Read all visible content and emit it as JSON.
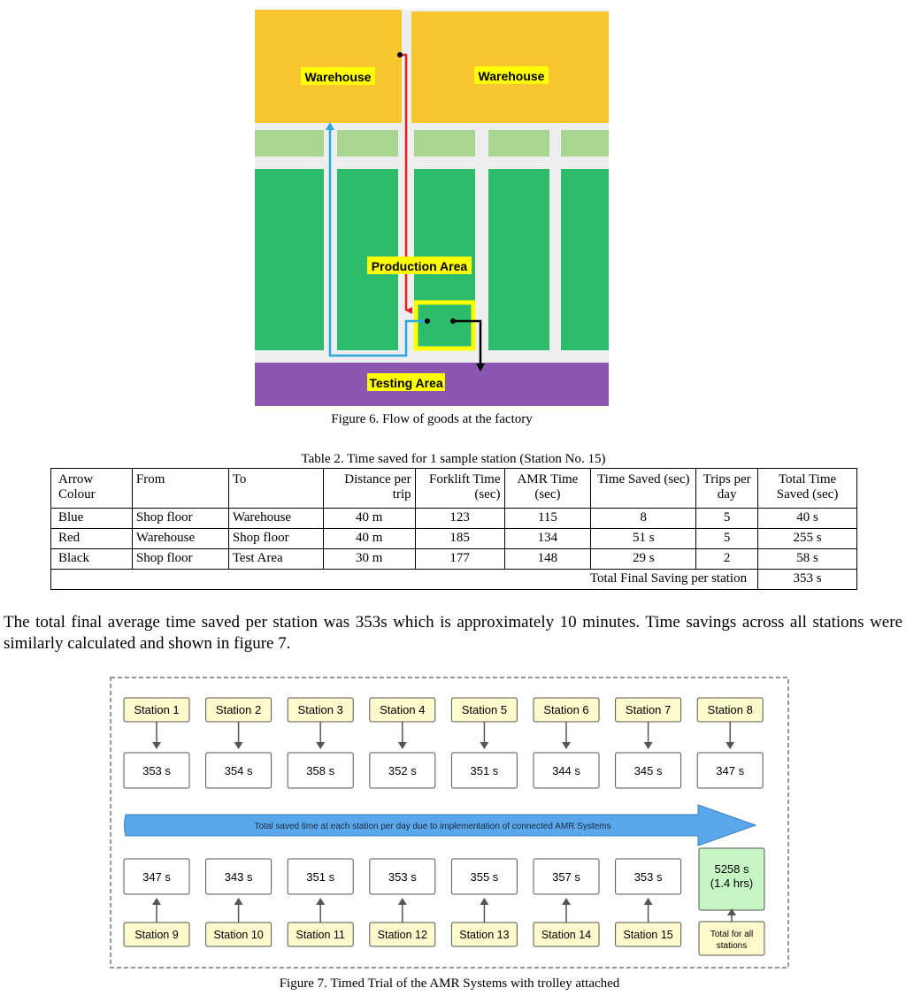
{
  "figure6": {
    "labels": {
      "warehouse_left": "Warehouse",
      "warehouse_right": "Warehouse",
      "production_area": "Production Area",
      "testing_area": "Testing Area"
    },
    "caption": "Figure 6. Flow of goods at the factory",
    "colors": {
      "warehouse": "#f9c52f",
      "buffer": "#a8d58f",
      "production": "#2dbc6c",
      "testing": "#8a56b0",
      "label_bg": "#ffff00",
      "blue_arrow": "#29a8e0",
      "red_arrow": "#e02020",
      "black_arrow": "#000000",
      "station_highlight": "#ffff00"
    }
  },
  "table2": {
    "title": "Table 2. Time saved for 1 sample station (Station No. 15)",
    "headers": {
      "arrow_colour": "Arrow Colour",
      "from": "From",
      "to": "To",
      "distance": "Distance per trip",
      "forklift": "Forklift Time (sec)",
      "amr": "AMR Time (sec)",
      "time_saved": "Time Saved (sec)",
      "trips": "Trips per day",
      "total": "Total Time Saved (sec)"
    },
    "rows": [
      {
        "colour": "Blue",
        "from": "Shop floor",
        "to": "Warehouse",
        "distance": "40 m",
        "forklift": "123",
        "amr": "115",
        "saved": "8",
        "trips": "5",
        "total": "40 s"
      },
      {
        "colour": "Red",
        "from": "Warehouse",
        "to": "Shop floor",
        "distance": "40 m",
        "forklift": "185",
        "amr": "134",
        "saved": "51 s",
        "trips": "5",
        "total": "255 s"
      },
      {
        "colour": "Black",
        "from": "Shop floor",
        "to": "Test Area",
        "distance": "30 m",
        "forklift": "177",
        "amr": "148",
        "saved": "29 s",
        "trips": "2",
        "total": "58 s"
      }
    ],
    "final_label": "Total Final Saving per station",
    "final_value": "353 s"
  },
  "paragraph": "The total final average time saved per station was 353s which is approximately 10 minutes. Time savings across all stations were similarly calculated and shown in figure 7.",
  "figure7": {
    "top_stations": [
      {
        "label": "Station 1",
        "value": "353 s"
      },
      {
        "label": "Station 2",
        "value": "354 s"
      },
      {
        "label": "Station 3",
        "value": "358 s"
      },
      {
        "label": "Station 4",
        "value": "352 s"
      },
      {
        "label": "Station 5",
        "value": "351 s"
      },
      {
        "label": "Station 6",
        "value": "344 s"
      },
      {
        "label": "Station 7",
        "value": "345 s"
      },
      {
        "label": "Station 8",
        "value": "347 s"
      }
    ],
    "bottom_stations": [
      {
        "label": "Station 9",
        "value": "347 s"
      },
      {
        "label": "Station 10",
        "value": "343 s"
      },
      {
        "label": "Station 11",
        "value": "351 s"
      },
      {
        "label": "Station 12",
        "value": "353 s"
      },
      {
        "label": "Station 13",
        "value": "355 s"
      },
      {
        "label": "Station 14",
        "value": "357 s"
      },
      {
        "label": "Station 15",
        "value": "353 s"
      }
    ],
    "total": {
      "value_line1": "5258 s",
      "value_line2": "(1.4 hrs)",
      "label_line1": "Total for all",
      "label_line2": "stations"
    },
    "arrow_text": "Total saved time at each station per day due to implementation of connected AMR Systems",
    "caption": "Figure 7. Timed Trial of the AMR Systems with trolley attached",
    "colors": {
      "station_box": "#fdfacb",
      "total_box": "#c6f5c4",
      "arrow_fill": "#5ba7ec",
      "border": "#555555"
    }
  }
}
